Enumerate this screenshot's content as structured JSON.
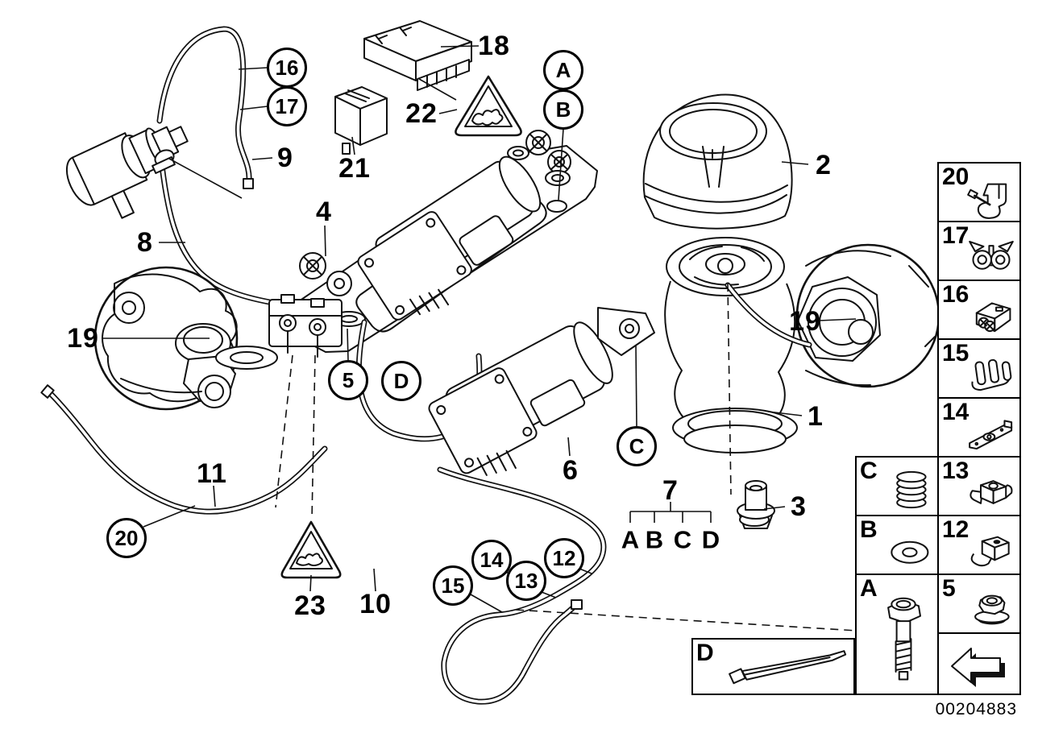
{
  "doc": {
    "image_code": "00204883"
  },
  "callouts": {
    "c16": "16",
    "c17": "17",
    "cA": "A",
    "cB": "B",
    "c5": "5",
    "cD": "D",
    "cC": "C",
    "c20": "20",
    "c15": "15",
    "c14": "14",
    "c13": "13",
    "c12": "12",
    "p18": "18",
    "p22": "22",
    "p21": "21",
    "p9": "9",
    "p4": "4",
    "p8": "8",
    "p2": "2",
    "p19": "19",
    "p1": "1",
    "p6": "6",
    "p3": "3",
    "p7": "7",
    "p11": "11",
    "p10": "10",
    "p23": "23"
  },
  "legend": {
    "letters": [
      "A",
      "B",
      "C",
      "D"
    ]
  },
  "sidebar": {
    "cells_right": [
      {
        "label": "20",
        "icon": "hook-clip-icon"
      },
      {
        "label": "17",
        "icon": "tube-clamp-icon"
      },
      {
        "label": "16",
        "icon": "connector-housing-icon"
      },
      {
        "label": "15",
        "icon": "line-clamp-icon"
      },
      {
        "label": "14",
        "icon": "bracket-strip-icon"
      },
      {
        "label": "13",
        "icon": "clamp-nut-icon"
      },
      {
        "label": "12",
        "icon": "cage-nut-icon"
      },
      {
        "label": "5",
        "icon": "flange-nut-icon"
      }
    ],
    "cells_left": [
      {
        "label": "C",
        "icon": "coil-spring-icon"
      },
      {
        "label": "B",
        "icon": "washer-icon"
      },
      {
        "label": "A",
        "icon": "bolt-icon"
      }
    ],
    "cell_d": {
      "label": "D",
      "icon": "cable-tie-icon"
    },
    "nav_arrow": "back-arrow-icon"
  }
}
